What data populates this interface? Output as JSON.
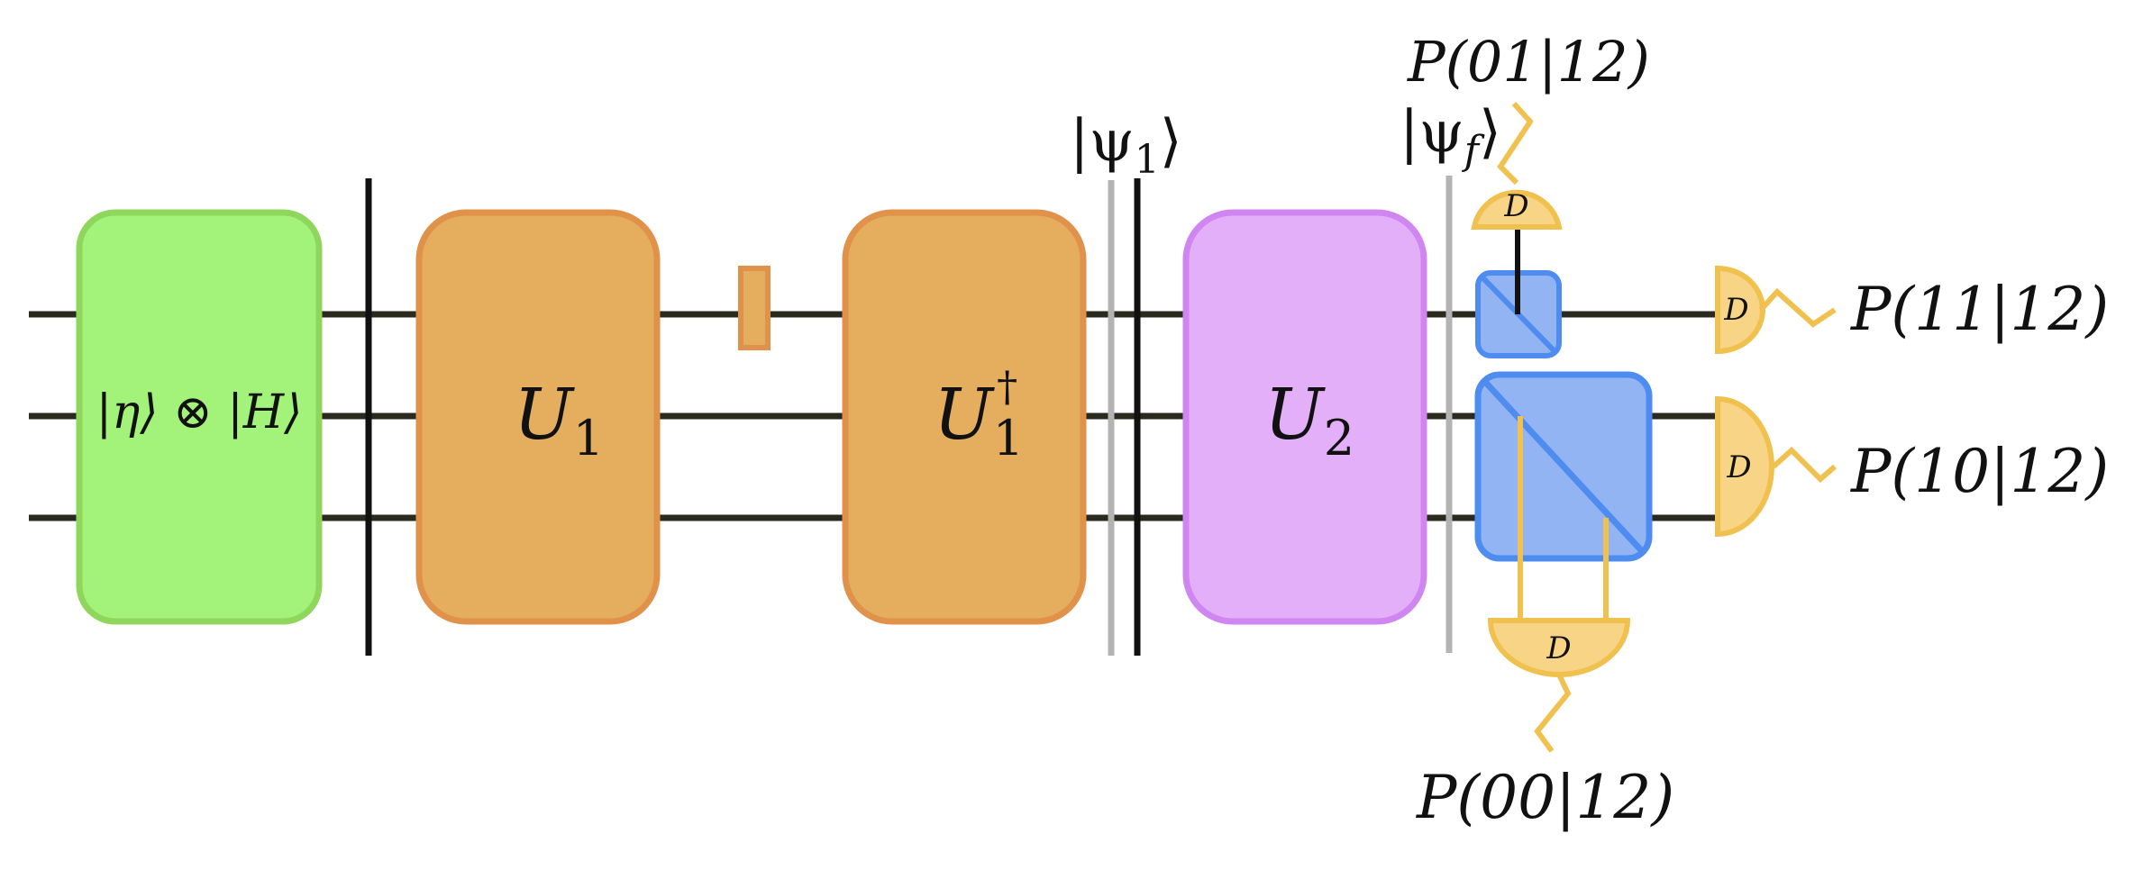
{
  "colors": {
    "wire": "#2b2a1f",
    "barrier": "#111111",
    "state_marker": "#b3b3b3",
    "prep_fill": "#a3f27a",
    "prep_stroke": "#8fd65c",
    "u1_fill": "#e4ae5e",
    "u1_stroke": "#e0924a",
    "u2_fill": "#e3aff8",
    "u2_stroke": "#cf86f0",
    "bs_fill": "#93b4f3",
    "bs_stroke": "#4f8cf0",
    "detector_fill": "#f7d486",
    "detector_stroke": "#f1c14f"
  },
  "gates": {
    "prep": {
      "label": "|η⟩ ⊗ |H⟩"
    },
    "u1": {
      "base": "U",
      "sub": "1"
    },
    "u1_dagger": {
      "base": "U",
      "sub": "1",
      "sup": "†"
    },
    "u2": {
      "base": "U",
      "sub": "2"
    }
  },
  "states": {
    "psi1": {
      "open": "|ψ",
      "sub": "1",
      "close": "⟩"
    },
    "psif": {
      "open": "|ψ",
      "sub": "f",
      "close": "⟩"
    }
  },
  "detectors": {
    "label": "D",
    "outcomes": {
      "p01": "P(01|12)",
      "p11": "P(11|12)",
      "p10": "P(10|12)",
      "p00": "P(00|12)"
    }
  }
}
